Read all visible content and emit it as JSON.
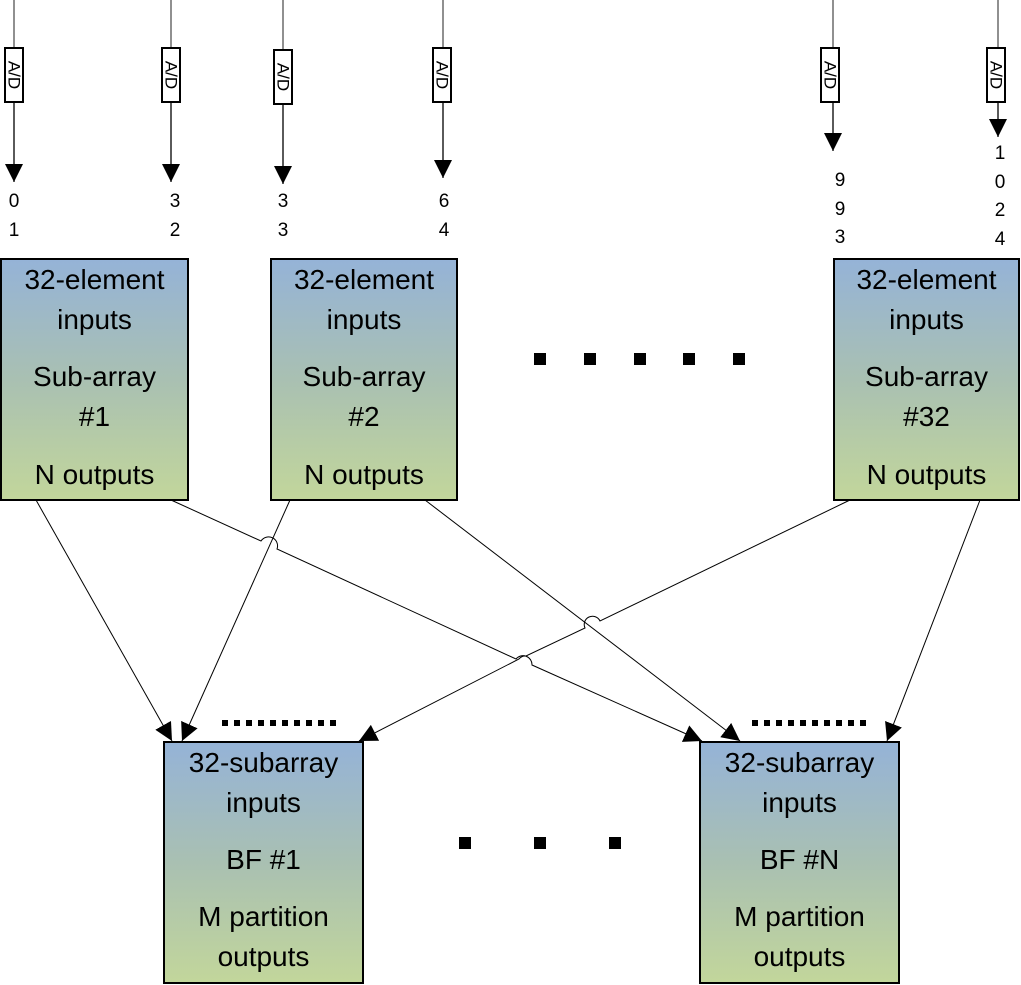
{
  "adc_label": "A/D",
  "channels": [
    {
      "name": "ch-01",
      "digits": [
        "0",
        "1"
      ]
    },
    {
      "name": "ch-32",
      "digits": [
        "3",
        "2"
      ]
    },
    {
      "name": "ch-33",
      "digits": [
        "3",
        "3"
      ]
    },
    {
      "name": "ch-64",
      "digits": [
        "6",
        "4"
      ]
    },
    {
      "name": "ch-993",
      "digits": [
        "9",
        "9",
        "3"
      ]
    },
    {
      "name": "ch-1024",
      "digits": [
        "1",
        "0",
        "2",
        "4"
      ]
    }
  ],
  "subarrays": [
    {
      "line1": "32-element",
      "line2": "inputs",
      "line3": "Sub-array",
      "line4": "#1",
      "line5": "N outputs"
    },
    {
      "line1": "32-element",
      "line2": "inputs",
      "line3": "Sub-array",
      "line4": "#2",
      "line5": "N outputs"
    },
    {
      "line1": "32-element",
      "line2": "inputs",
      "line3": "Sub-array",
      "line4": "#32",
      "line5": "N outputs"
    }
  ],
  "beamformers": [
    {
      "line1": "32-subarray",
      "line2": "inputs",
      "line3": "BF #1",
      "line4": "M partition",
      "line5": "outputs"
    },
    {
      "line1": "32-subarray",
      "line2": "inputs",
      "line3": "BF #N",
      "line4": "M partition",
      "line5": "outputs"
    }
  ],
  "colors": {
    "box_top": "#95b3d7",
    "box_bottom": "#c2d69b",
    "line": "#000000"
  }
}
